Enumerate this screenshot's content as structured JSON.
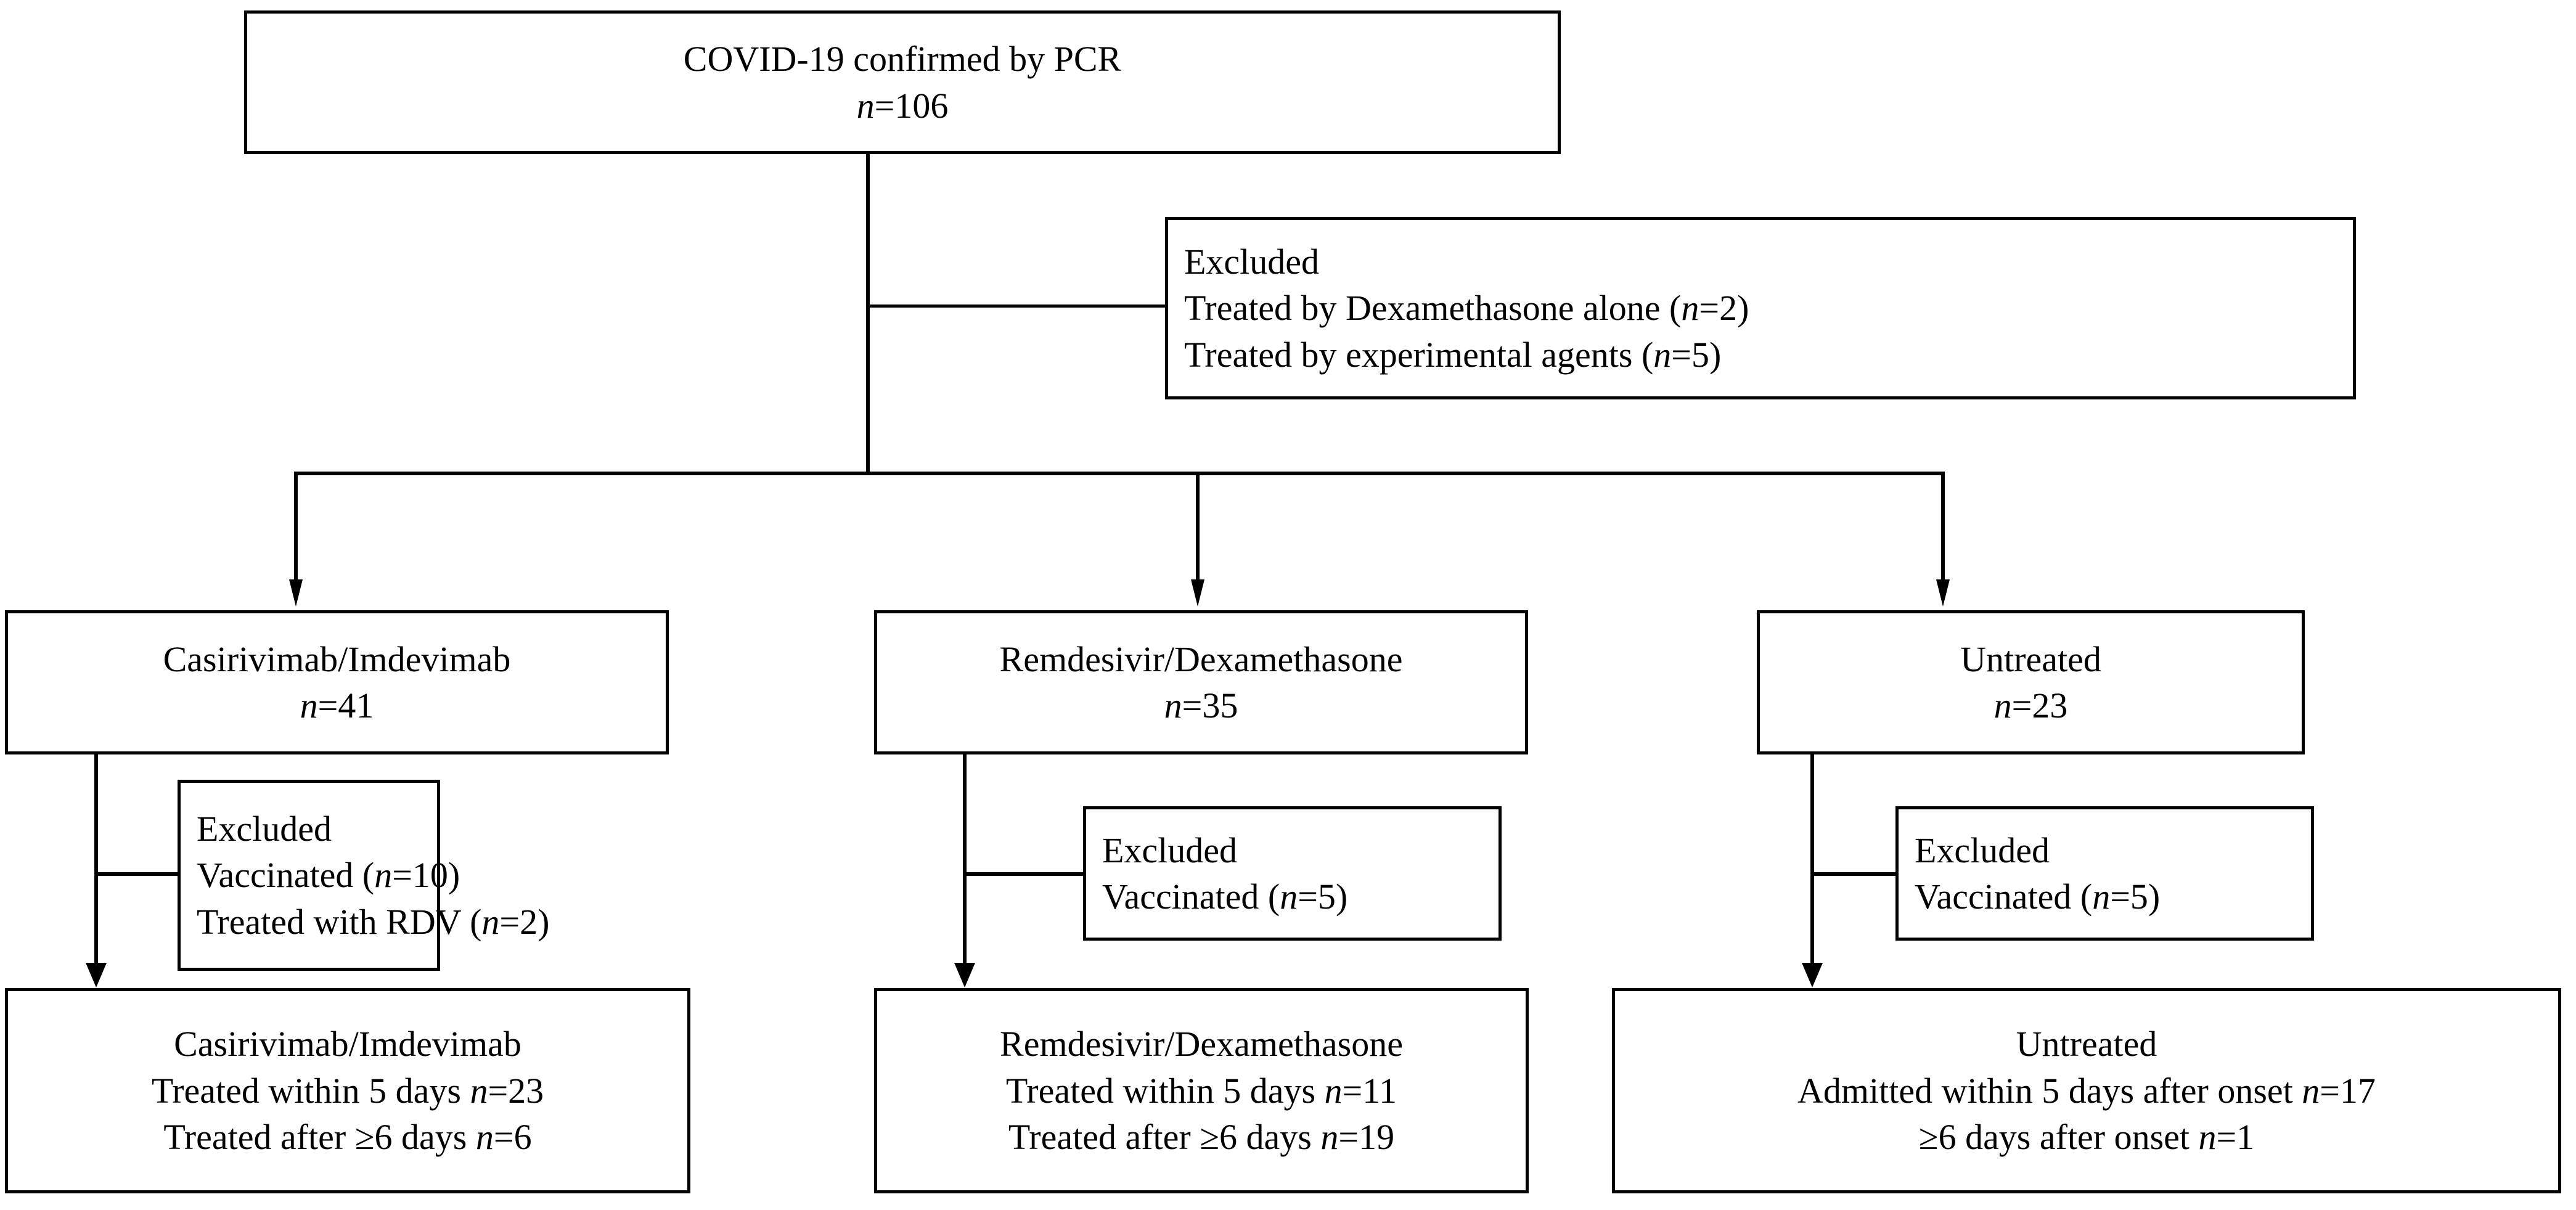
{
  "diagram": {
    "type": "flowchart",
    "title": "COVID-19 patient enrollment flow diagram",
    "line_color": "#000000",
    "box_fill": "#ffffff",
    "text_color": "#000000"
  },
  "nodes": {
    "source": {
      "name": "COVID-19 confirmed by PCR",
      "line1": "COVID-19 confirmed by PCR",
      "line2_prefix": "n",
      "line2_value": "=106",
      "n": 106
    },
    "excluded_top": {
      "line1": "Excluded",
      "line2a": "Treated by Dexamethasone alone (",
      "line2b": "n",
      "line2c": "=2)",
      "line3a": "Treated by experimental agents (",
      "line3b": "n",
      "line3c": "=5)"
    },
    "arm1": {
      "line1": "Casirivimab/Imdevimab",
      "line2_prefix": "n",
      "line2_value": "=41",
      "n": 41
    },
    "arm2": {
      "line1": "Remdesivir/Dexamethasone",
      "line2_prefix": "n",
      "line2_value": "=35",
      "n": 35
    },
    "arm3": {
      "line1": "Untreated",
      "line2_prefix": "n",
      "line2_value": "=23",
      "n": 23
    },
    "excluded_arm1": {
      "line1": "Excluded",
      "line2a": "Vaccinated (",
      "line2b": "n",
      "line2c": "=10)",
      "line3a": "Treated with RDV (",
      "line3b": "n",
      "line3c": "=2)"
    },
    "excluded_arm2": {
      "line1": "Excluded",
      "line2a": "Vaccinated (",
      "line2b": "n",
      "line2c": "=5)"
    },
    "excluded_arm3": {
      "line1": "Excluded",
      "line2a": "Vaccinated (",
      "line2b": "n",
      "line2c": "=5)"
    },
    "final1": {
      "line1": "Casirivimab/Imdevimab",
      "line2a": "Treated within 5 days ",
      "line2b": "n",
      "line2c": "=23",
      "line3a": "Treated after ≥6 days ",
      "line3b": "n",
      "line3c": "=6"
    },
    "final2": {
      "line1": "Remdesivir/Dexamethasone",
      "line2a": "Treated within 5 days ",
      "line2b": "n",
      "line2c": "=11",
      "line3a": "Treated after ≥6 days ",
      "line3b": "n",
      "line3c": "=19"
    },
    "final3": {
      "line1": "Untreated",
      "line2a": "Admitted within 5 days after onset ",
      "line2b": "n",
      "line2c": "=17",
      "line3a": "≥6 days after onset ",
      "line3b": "n",
      "line3c": "=1"
    }
  }
}
